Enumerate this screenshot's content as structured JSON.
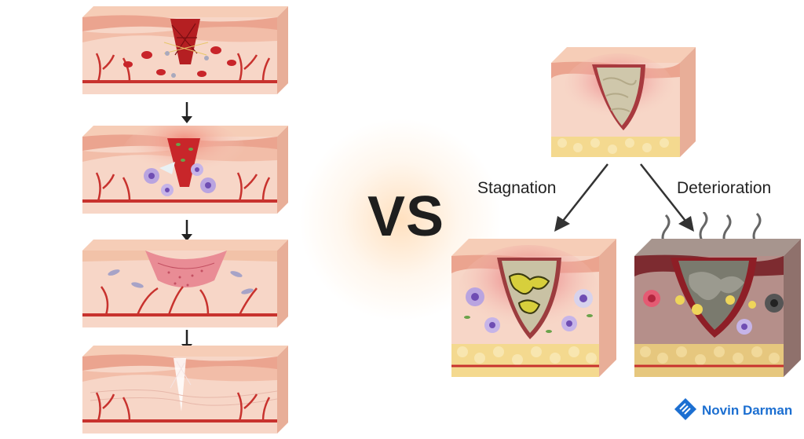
{
  "comparison": {
    "divider_label": "VS"
  },
  "outcomes": {
    "stagnation_label": "Stagnation",
    "deterioration_label": "Deterioration"
  },
  "brand": {
    "name": "Novin Darman",
    "accent_color": "#1c6fd1"
  },
  "palette": {
    "skin_top": "#f3c9b4",
    "epidermis": "#e9a28f",
    "dermis": "#f6d3c4",
    "fat": "#f4d98f",
    "blood_vessel": "#c8322e",
    "clot": "#b51f22",
    "slough": "#c9c2a4",
    "necrotic": "#7a7a6e"
  },
  "icons": {
    "healing_flow_arrow": "arrow-down-icon",
    "outcome_arrow": "arrow-diagonal-icon",
    "brand_logo": "brand-logo-icon"
  }
}
